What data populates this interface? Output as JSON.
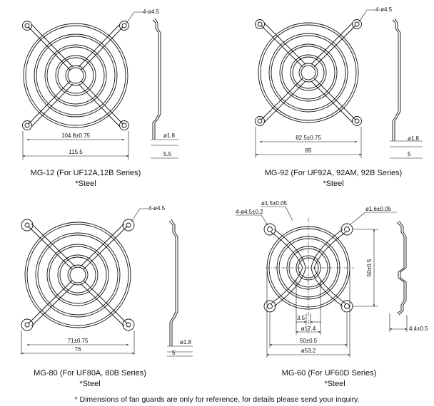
{
  "guards": [
    {
      "model": "MG-12 (For UF12A,12B Series)",
      "material": "*Steel",
      "hole_callout": "4-ø4.5",
      "hole_pitch": "104.8±0.75",
      "overall_width": "115.5",
      "wire_dia": "ø1.8",
      "depth": "5.5"
    },
    {
      "model": "MG-92 (For UF92A, 92AM, 92B Series)",
      "material": "*Steel",
      "hole_callout": "4-ø4.5",
      "hole_pitch": "82.5±0.75",
      "overall_width": "85",
      "wire_dia": "ø1.8",
      "depth": "5"
    },
    {
      "model": "MG-80 (For UF80A, 80B Series)",
      "material": "*Steel",
      "hole_callout": "4-ø4.5",
      "hole_pitch": "71±0.75",
      "overall_width": "76",
      "wire_dia": "ø1.8",
      "depth": "5"
    },
    {
      "model": "MG-60 (For UF60D Series)",
      "material": "*Steel",
      "hole_callout": "4-ø4.5±0.2",
      "outer_wire": "ø1.5±0.05",
      "inner_wire": "ø1.6±0.05",
      "height_pitch": "50±0.5",
      "center_gap": "3.5",
      "center_dia": "ø17.4",
      "hole_pitch": "50±0.5",
      "overall_dia": "ø53.2",
      "depth": "4.4±0.5"
    }
  ],
  "footnote": "* Dimensions of fan guards are only for reference, for details please send your inquiry."
}
